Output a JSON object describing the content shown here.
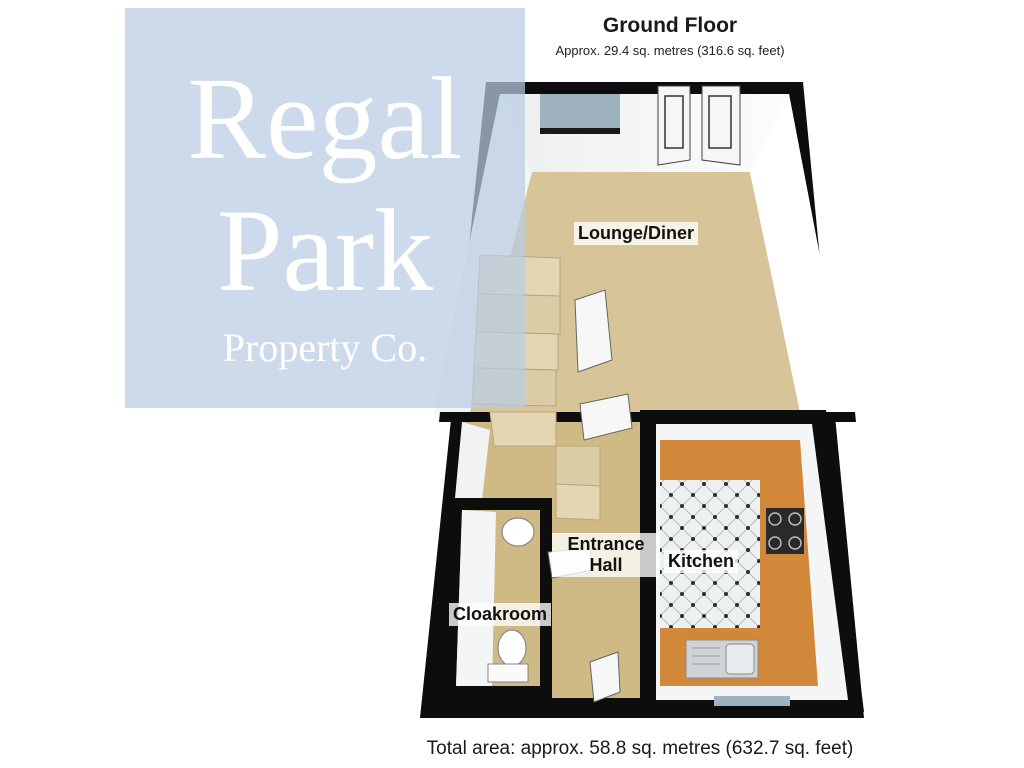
{
  "header": {
    "title": "Ground Floor",
    "area": "Approx. 29.4 sq. metres (316.6 sq. feet)"
  },
  "rooms": {
    "lounge": "Lounge/Diner",
    "entrance": "Entrance",
    "hall": "Hall",
    "kitchen": "Kitchen",
    "cloakroom": "Cloakroom"
  },
  "watermark": {
    "line1": "Regal",
    "line2": "Park",
    "line3": "Property Co."
  },
  "footer": {
    "total_area": "Total area: approx. 58.8 sq. metres (632.7 sq. feet)"
  },
  "colors": {
    "wall": "#0d0d0d",
    "carpet": "#d7c498",
    "kitchen_worktop": "#d2883a",
    "tile": "#eef1f1",
    "watermark_panel": "#b9cce4"
  }
}
